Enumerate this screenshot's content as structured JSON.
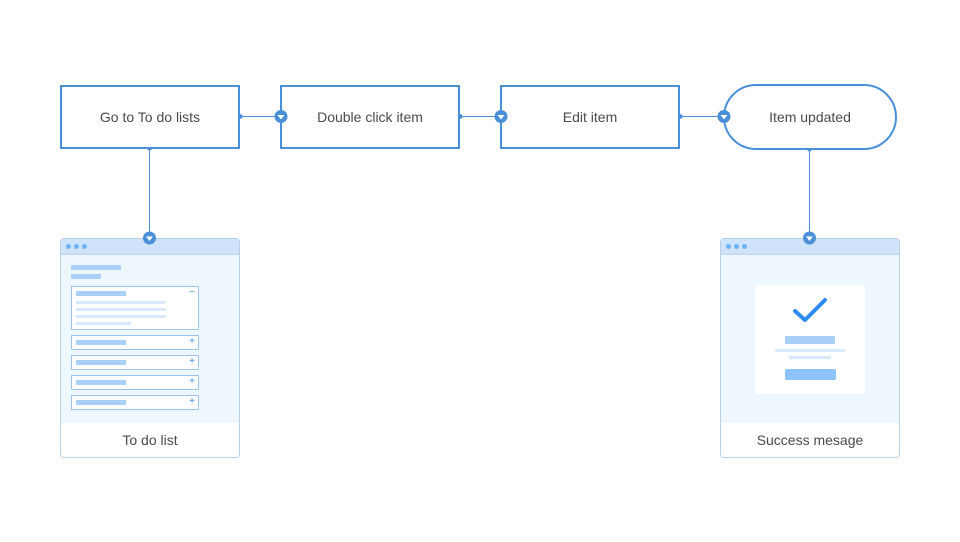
{
  "steps": [
    {
      "label": "Go to To do lists"
    },
    {
      "label": "Double click item"
    },
    {
      "label": "Edit item"
    },
    {
      "label": "Item updated"
    }
  ],
  "screens": {
    "todo": {
      "caption": "To do list",
      "expanded_sign": "−",
      "collapsed_sign": "+"
    },
    "success": {
      "caption": "Success mesage"
    }
  },
  "colors": {
    "stroke": "#4a90d9",
    "accent": "#2d8cf0"
  }
}
